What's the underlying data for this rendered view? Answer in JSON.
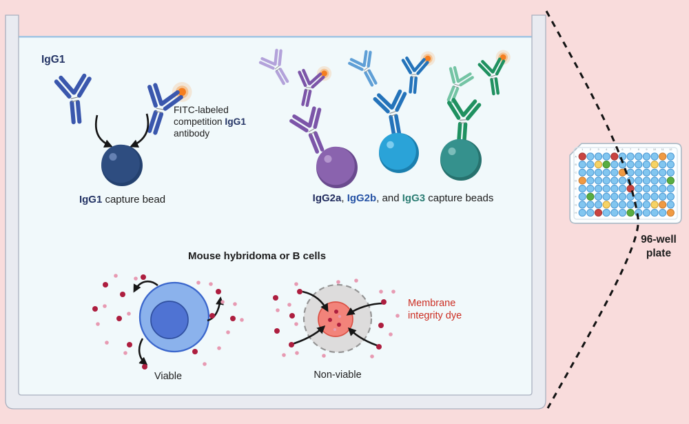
{
  "labels": {
    "igg1": "IgG1",
    "fitc": {
      "line1": "FITC-labeled",
      "line2_pre": "competition ",
      "line2_bold": "IgG1",
      "line3": "antibody"
    },
    "igg1_bead": {
      "bold": "IgG1",
      "rest": " capture bead"
    },
    "beads": {
      "igg2a": "IgG2a",
      "sep1": ", ",
      "igg2b": "IgG2b",
      "sep2": ", and ",
      "igg3": "IgG3",
      "rest": " capture beads"
    },
    "cells_title": "Mouse hybridoma or B cells",
    "viable": "Viable",
    "nonviable": "Non-viable",
    "membrane_line1": "Membrane",
    "membrane_line2": "integrity dye",
    "plate_line1": "96-well",
    "plate_line2": "plate"
  },
  "plate": {
    "rows": [
      "A",
      "B",
      "C",
      "D",
      "E",
      "F",
      "G",
      "H"
    ],
    "cols": [
      "1",
      "2",
      "3",
      "4",
      "5",
      "6",
      "7",
      "8",
      "9",
      "10",
      "11",
      "12"
    ],
    "default_well": "blue",
    "colored_wells": {
      "A1": "red",
      "A5": "red",
      "A11": "orange",
      "B3": "yellow",
      "B4": "green",
      "B10": "yellow",
      "C6": "orange",
      "D1": "orange",
      "D12": "green",
      "E7": "red",
      "F2": "green",
      "G4": "yellow",
      "G10": "yellow",
      "G11": "orange",
      "H3": "red",
      "H7": "green",
      "H12": "orange"
    }
  },
  "colors": {
    "background": "#f9dcdc",
    "liquid": "#f1f9fb",
    "liquid_surface": "#a5c6e3",
    "wall": "#e9ebf1",
    "wall_stroke": "#a9b0bf",
    "igg1_antibody": "#3a57ad",
    "navy_text": "#233364",
    "purple_antibody": "#7c55a8",
    "light_purple_antibody": "#b3a2da",
    "blue_antibody": "#2473ba",
    "light_blue_antibody": "#5f9fd6",
    "green_antibody": "#1f9160",
    "light_green_antibody": "#74c4a4",
    "bead_igg1": "#2e4d80",
    "bead_igg2a": "#8a63ae",
    "bead_igg2b": "#2aa3d8",
    "bead_igg3": "#35918d",
    "fitc_orange": "#f57e1f",
    "dye_crimson": "#ad1e3f",
    "dye_pink": "#e79ab2",
    "viable_cell_fill": "#8bb2ec",
    "viable_cell_stroke": "#3a66cc",
    "viable_nucleus": "#4f73d3",
    "nonviable_gray": "#dddcdc",
    "nonviable_red": "#f2837a",
    "membrane_text": "#cc2d22",
    "arrow_black": "#161616",
    "wells": {
      "blue": "#82c6f0",
      "red": "#c94441",
      "yellow": "#f6d365",
      "green": "#59ad41",
      "orange": "#f09a43"
    },
    "well_strokes": {
      "blue": "#4a97d2",
      "red": "#a33330",
      "yellow": "#cfa23a",
      "green": "#3f8c2b",
      "orange": "#c97b2e"
    }
  }
}
